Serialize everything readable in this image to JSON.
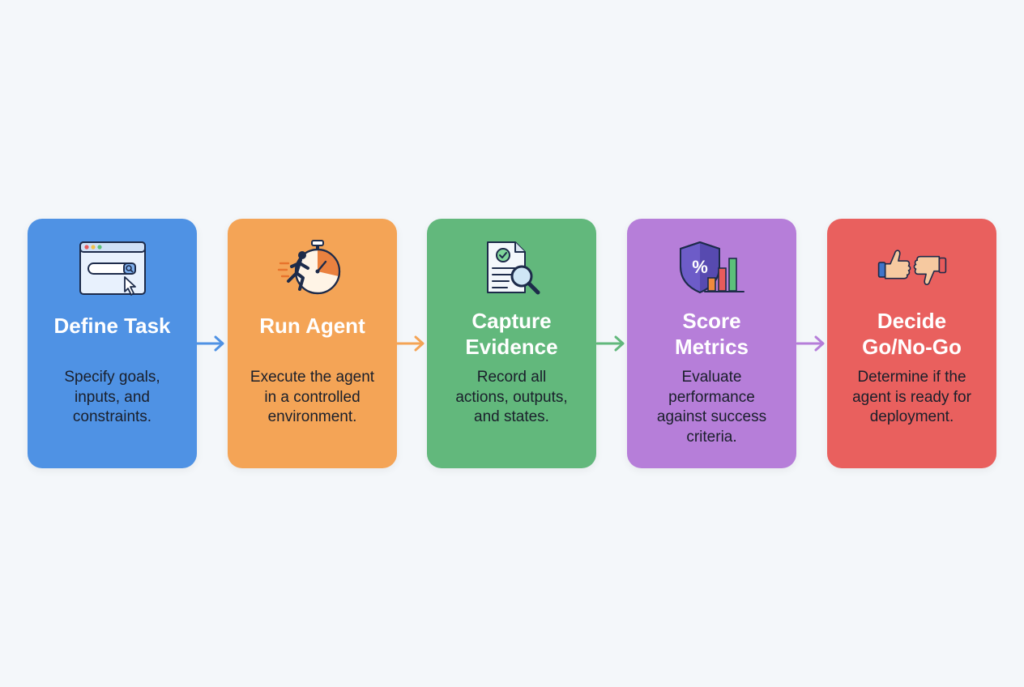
{
  "steps": [
    {
      "title": "Define Task",
      "description": "Specify goals,\ninputs, and\nconstraints.",
      "icon": "browser-search-icon",
      "color": "#4f92e4"
    },
    {
      "title": "Run Agent",
      "description": "Execute the agent\nin a controlled\nenvironment.",
      "icon": "stopwatch-runner-icon",
      "color": "#f4a456"
    },
    {
      "title": "Capture\nEvidence",
      "description": "Record all\nactions, outputs,\nand states.",
      "icon": "document-magnifier-icon",
      "color": "#62b87c"
    },
    {
      "title": "Score\nMetrics",
      "description": "Evaluate\nperformance\nagainst success\ncriteria.",
      "icon": "shield-bar-chart-icon",
      "color": "#b67ed9"
    },
    {
      "title": "Decide\nGo/No-Go",
      "description": "Determine if the\nagent is ready for\ndeployment.",
      "icon": "thumbs-up-down-icon",
      "color": "#e9605e"
    }
  ],
  "arrows": [
    {
      "color": "#4f92e4"
    },
    {
      "color": "#f4a456"
    },
    {
      "color": "#62b87c"
    },
    {
      "color": "#b67ed9"
    }
  ]
}
